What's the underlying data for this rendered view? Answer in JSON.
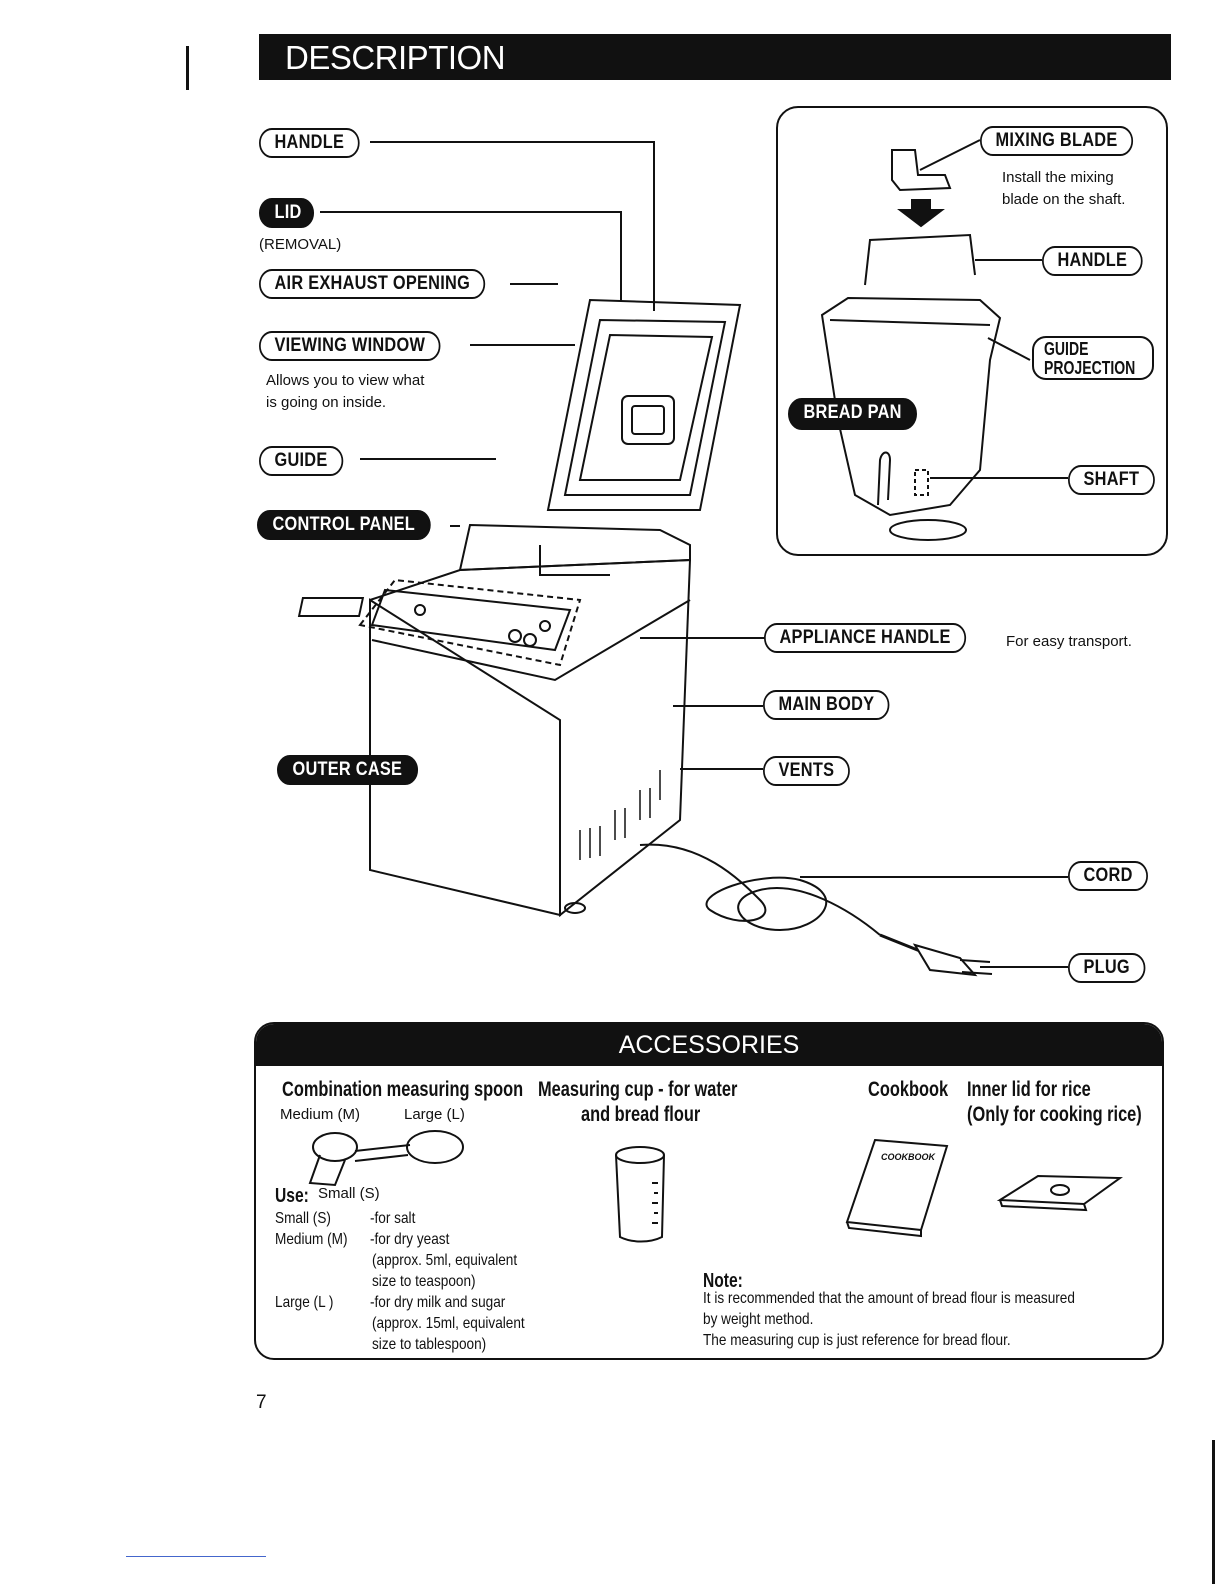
{
  "header": {
    "title": "DESCRIPTION"
  },
  "labels": {
    "handle": "HANDLE",
    "lid": "LID",
    "lid_note": "(REMOVAL)",
    "air_exhaust": "AIR EXHAUST OPENING",
    "viewing_window": "VIEWING WINDOW",
    "viewing_window_note": [
      "Allows you to view what",
      "is going on inside."
    ],
    "guide": "GUIDE",
    "control_panel": "CONTROL PANEL",
    "outer_case": "OUTER CASE",
    "appliance_handle": "APPLIANCE HANDLE",
    "appliance_handle_note": "For easy transport.",
    "main_body": "MAIN BODY",
    "vents": "VENTS",
    "cord": "CORD",
    "plug": "PLUG"
  },
  "pan_panel": {
    "mixing_blade": "MIXING BLADE",
    "mixing_blade_note": [
      "Install  the  mixing",
      "blade on the shaft."
    ],
    "handle": "HANDLE",
    "guide_projection": [
      "GUIDE",
      "PROJECTION"
    ],
    "bread_pan": "BREAD PAN",
    "shaft": "SHAFT"
  },
  "accessories": {
    "title": "ACCESSORIES",
    "spoon_title": "Combination measuring spoon",
    "spoon_sizes": {
      "medium": "Medium (M)",
      "large": "Large (L)",
      "small": "Small (S)"
    },
    "use_label": "Use:",
    "uses": [
      {
        "size": "Small (S)",
        "use": "-for salt"
      },
      {
        "size": "Medium (M)",
        "use": "-for dry yeast"
      },
      {
        "size": "",
        "use": "(approx. 5ml, equivalent"
      },
      {
        "size": "",
        "use": "size to teaspoon)"
      },
      {
        "size": "Large (L )",
        "use": "-for dry milk and sugar"
      },
      {
        "size": "",
        "use": "(approx. 15ml, equivalent"
      },
      {
        "size": "",
        "use": "size to tablespoon)"
      }
    ],
    "cup_title": [
      "Measuring cup - for water",
      "and bread flour"
    ],
    "cookbook_title": "Cookbook",
    "cookbook_cover": "COOKBOOK",
    "inner_lid_title": [
      "Inner lid for rice",
      "(Only for cooking rice)"
    ],
    "note_label": "Note:",
    "note_lines": [
      "It is recommended that the amount of bread flour is measured",
      "by weight method.",
      "The measuring cup is just reference for bread flour."
    ]
  },
  "page_number": "7"
}
